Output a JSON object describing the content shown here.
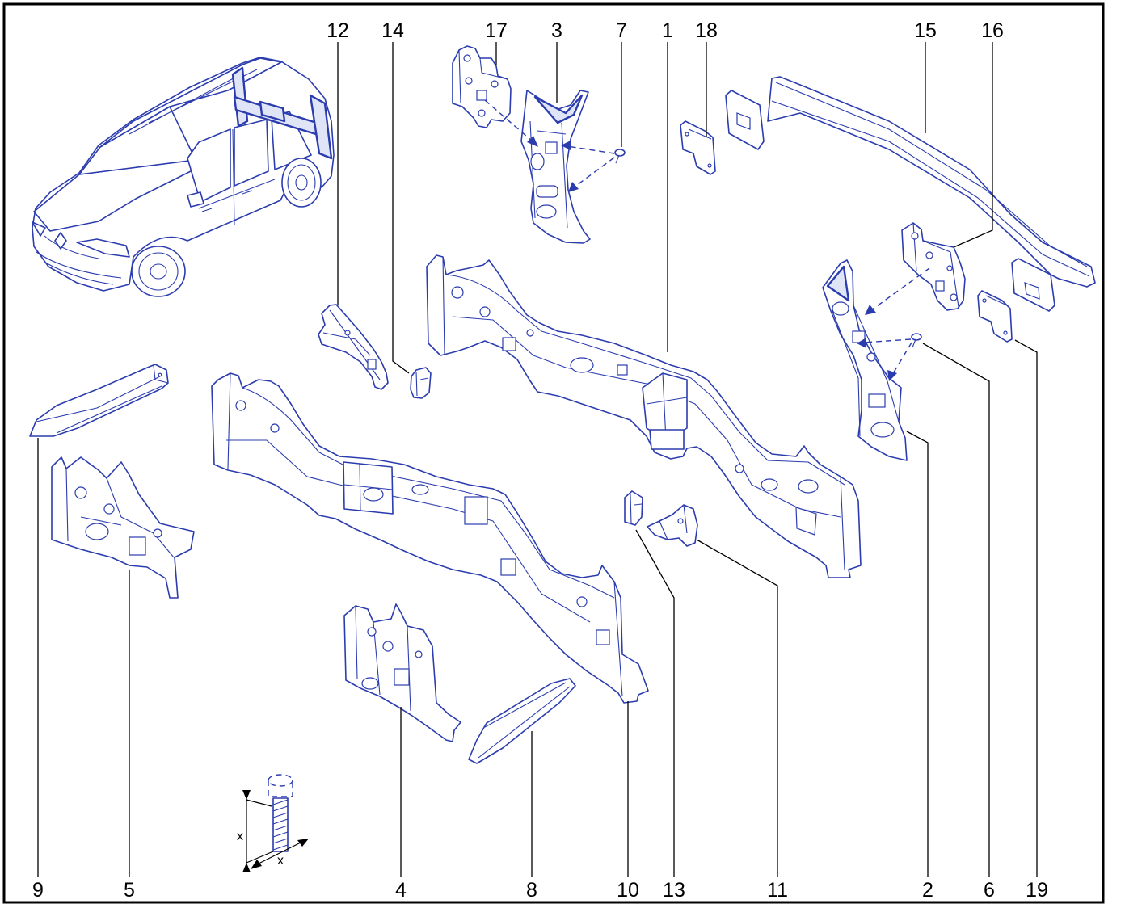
{
  "diagram": {
    "callouts": [
      "1",
      "2",
      "3",
      "4",
      "5",
      "6",
      "7",
      "8",
      "9",
      "10",
      "11",
      "12",
      "13",
      "14",
      "15",
      "16",
      "17",
      "18",
      "19"
    ],
    "dimension_labels": [
      "x",
      "x"
    ]
  },
  "colors": {
    "part_line": "#2b3cae",
    "part_fill": "#ffffff",
    "leader_line": "#000000",
    "frame": "#000000"
  }
}
